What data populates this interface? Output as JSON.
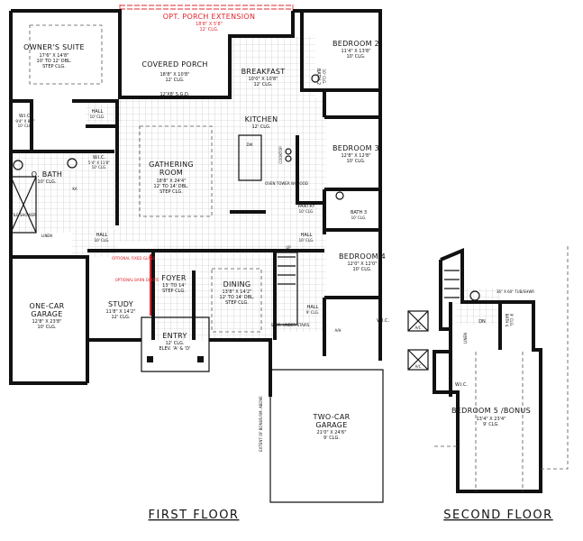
{
  "colors": {
    "walls": "#111111",
    "optional": "#e0242b",
    "grid": "#bdbdbd"
  },
  "first_floor": {
    "title": "FIRST FLOOR",
    "rooms": [
      {
        "name": "OWNER'S SUITE",
        "details": [
          "17'6\" X 14'8\"",
          "10' TO 12' DBL.",
          "STEP CLG."
        ]
      },
      {
        "name": "OPT. PORCH EXTENSION",
        "details": [
          "18'8\" X 5'8\"",
          "12' CLG."
        ],
        "optional": true
      },
      {
        "name": "COVERED PORCH",
        "details": [
          "18'8\" X 10'8\"",
          "12' CLG."
        ]
      },
      {
        "name": "BREAKFAST",
        "details": [
          "10'0\" X 10'8\"",
          "12' CLG."
        ]
      },
      {
        "name": "BEDROOM 2",
        "details": [
          "11'4\" X 13'8\"",
          "10' CLG."
        ]
      },
      {
        "name": "KITCHEN",
        "details": [
          "12' CLG."
        ]
      },
      {
        "name": "BEDROOM 3",
        "details": [
          "12'8\" X 12'8\"",
          "10' CLG."
        ]
      },
      {
        "name": "GATHERING ROOM",
        "details": [
          "18'8\" X 24'4\"",
          "12' TO 14' DBL.",
          "STEP CLG."
        ]
      },
      {
        "name": "W.I.C.",
        "details": [
          "9'4\" X 8'8\"",
          "10' CLG."
        ]
      },
      {
        "name": "W.I.C.",
        "details": [
          "5'4\" X 11'8\"",
          "10' CLG."
        ]
      },
      {
        "name": "O. BATH",
        "details": [
          "10' CLG."
        ]
      },
      {
        "name": "HALL",
        "details": [
          "10' CLG."
        ]
      },
      {
        "name": "HALL",
        "details": [
          "10' CLG."
        ]
      },
      {
        "name": "PANTRY",
        "details": [
          "10' CLG."
        ]
      },
      {
        "name": "BATH 3",
        "details": [
          "10' CLG."
        ]
      },
      {
        "name": "HALL",
        "details": [
          "10' CLG."
        ]
      },
      {
        "name": "BEDROOM 4",
        "details": [
          "12'0\" X 12'0\"",
          "10' CLG."
        ]
      },
      {
        "name": "ONE-CAR GARAGE",
        "details": [
          "12'8\" X 23'8\"",
          "10' CLG."
        ]
      },
      {
        "name": "STUDY",
        "details": [
          "11'8\" X 14'2\"",
          "12' CLG."
        ]
      },
      {
        "name": "FOYER",
        "details": [
          "13' TO 14'",
          "STEP CLG."
        ]
      },
      {
        "name": "DINING",
        "details": [
          "13'8\" X 14'2\"",
          "12' TO 14' DBL.",
          "STEP CLG."
        ]
      },
      {
        "name": "ENTRY",
        "details": [
          "12' CLG.",
          "ELEV. 'A' & 'D'"
        ]
      },
      {
        "name": "HALL",
        "details": [
          "9' CLG."
        ]
      },
      {
        "name": "W.I.C.",
        "details": []
      },
      {
        "name": "TWO-CAR GARAGE",
        "details": [
          "21'0\" X 24'6\"",
          "9' CLG."
        ]
      }
    ],
    "notes": {
      "sgd": "12'X8' S.G.D.",
      "bath2": "BATH 2",
      "bath2_clg": "10' CLG.",
      "linen": "LINEN",
      "tile_shower": "TILE SHOWER",
      "ka": "KA",
      "dw": "DW",
      "oven": "OVEN TOWER W/ HOOD",
      "cooktop": "COOKTOP",
      "opt_fixed_glass": "OPTIONAL FIXED GLASS",
      "opt_barn_doors": "OPTIONAL BARN DOORS",
      "up": "UP",
      "stor": "STOR. UNDER STAIRS",
      "ah": "A/H",
      "ac": "A/C",
      "bonus_above": "EXTENT OF BONUS RM. ABOVE"
    }
  },
  "second_floor": {
    "title": "SECOND FLOOR",
    "rooms": [
      {
        "name": "BEDROOM 5 /BONUS",
        "details": [
          "13'4\" X 23'4\"",
          "9' CLG."
        ]
      },
      {
        "name": "BATH 4",
        "details": [
          "9' CLG."
        ]
      },
      {
        "name": "W.I.C.",
        "details": []
      }
    ],
    "notes": {
      "dn": "DN",
      "linen": "LINEN",
      "tub": "36\" X 60\" TUB/SHWR"
    }
  }
}
